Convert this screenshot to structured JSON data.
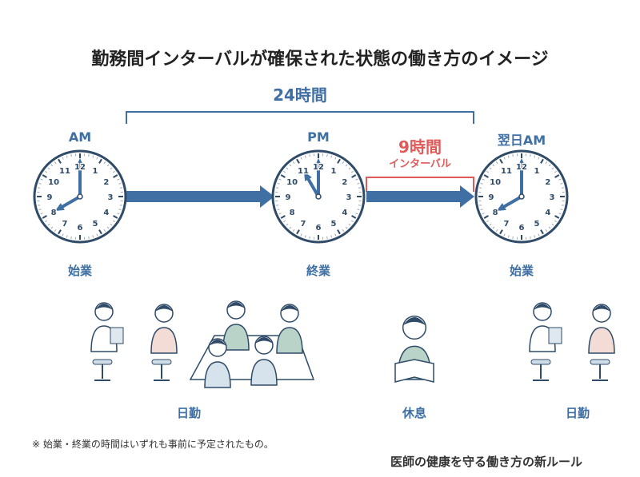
{
  "title": "勤務間インターバルが確保された状態の働き方のイメージ",
  "span_label": "24時間",
  "interval": {
    "hours": "9時間",
    "label": "インターバル"
  },
  "clocks": [
    {
      "label": "AM",
      "hour": 8,
      "minute": 0
    },
    {
      "label": "PM",
      "hour": 11,
      "minute": 0
    },
    {
      "label": "翌日AM",
      "hour": 8,
      "minute": 0
    }
  ],
  "events": [
    "始業",
    "終業",
    "始業"
  ],
  "activities": [
    "日勤",
    "休息",
    "日勤"
  ],
  "footnote": "※ 始業・終業の時間はいずれも事前に予定されたもの。",
  "brand": "医師の健康を守る働き方の新ルール",
  "colors": {
    "blue": "#3f6fa3",
    "dark": "#2f4b68",
    "red": "#e05a5a",
    "shirt": "#b9d3c8",
    "pink": "#f2dcd5"
  }
}
